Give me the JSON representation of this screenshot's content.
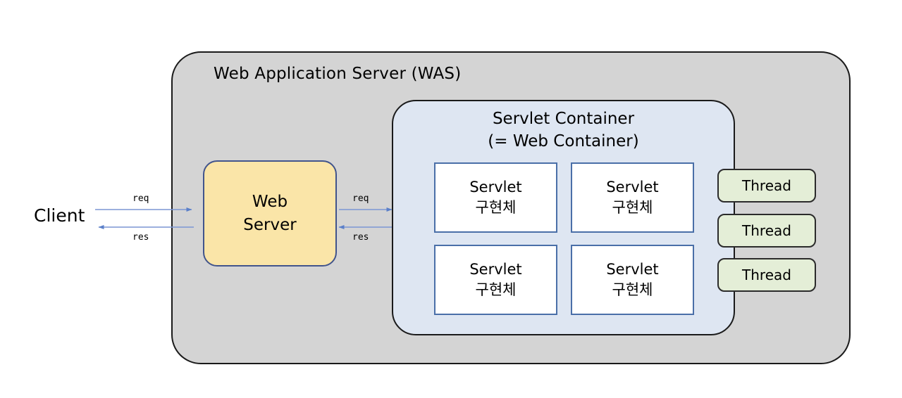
{
  "diagram": {
    "title_visible": false,
    "client": {
      "label": "Client"
    },
    "was": {
      "label": "Web Application Server (WAS)",
      "fill": "#d4d4d4",
      "stroke": "#1a1a1a"
    },
    "web_server": {
      "line1": "Web",
      "line2": "Server",
      "fill": "#fae5a8",
      "stroke": "#41548c"
    },
    "servlet_container": {
      "line1": "Servlet Container",
      "line2": "(= Web Container)",
      "fill": "#dee6f2",
      "stroke": "#1a1a1a"
    },
    "servlets": [
      {
        "line1": "Servlet",
        "line2": "구현체"
      },
      {
        "line1": "Servlet",
        "line2": "구현체"
      },
      {
        "line1": "Servlet",
        "line2": "구현체"
      },
      {
        "line1": "Servlet",
        "line2": "구현체"
      }
    ],
    "servlet_style": {
      "fill": "#ffffff",
      "stroke": "#4a6fa8"
    },
    "threads": [
      {
        "label": "Thread"
      },
      {
        "label": "Thread"
      },
      {
        "label": "Thread"
      }
    ],
    "thread_style": {
      "fill": "#e4eed7",
      "stroke": "#2b2b2b"
    },
    "flows": {
      "client_to_webserver_request": "req",
      "webserver_to_client_response": "res",
      "webserver_to_container_request": "req",
      "container_to_webserver_response": "res",
      "arrow_color": "#7b96d4"
    }
  }
}
